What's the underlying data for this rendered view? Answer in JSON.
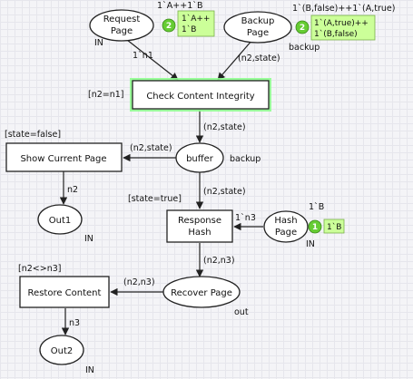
{
  "places": {
    "request_page": {
      "line1": "Request",
      "line2": "Page",
      "init_marking": "1`A++1`B",
      "type": "IN",
      "token_count": "2",
      "marking_lines": [
        "1`A++",
        "1`B"
      ]
    },
    "backup_page": {
      "line1": "Backup",
      "line2": "Page",
      "init_marking": "1`(B,false)++1`(A,true)",
      "type": "backup",
      "token_count": "2",
      "marking_lines": [
        "1`(A,true)++",
        "1`(B,false)"
      ]
    },
    "buffer": {
      "name": "buffer",
      "type": "backup"
    },
    "out1": {
      "name": "Out1",
      "type": "IN"
    },
    "hash_page": {
      "line1": "Hash",
      "line2": "Page",
      "init_marking": "1`B",
      "type": "IN",
      "token_count": "1",
      "marking_lines": [
        "1`B"
      ]
    },
    "recover_page": {
      "name": "Recover Page",
      "type": "out"
    },
    "out2": {
      "name": "Out2",
      "type": "IN"
    }
  },
  "transitions": {
    "check_integrity": {
      "name": "Check Content Integrity",
      "guard": "[n2=n1]"
    },
    "show_current": {
      "name": "Show Current Page",
      "guard": "[state=false]"
    },
    "response_hash": {
      "line1": "Response",
      "line2": "Hash",
      "guard": "[state=true]"
    },
    "restore_content": {
      "name": "Restore Content",
      "guard": "[n2<>n3]"
    }
  },
  "arcs": {
    "request_to_check": "1`n1",
    "backup_to_check": "(n2,state)",
    "check_to_buffer": "(n2,state)",
    "buffer_to_show": "(n2,state)",
    "buffer_to_response": "(n2,state)",
    "show_to_out1": "n2",
    "hash_to_response": "1`n3",
    "response_to_recover": "(n2,n3)",
    "recover_to_restore": "(n2,n3)",
    "restore_to_out2": "n3"
  },
  "colors": {
    "token": "#66cc33",
    "marking_bg": "#ccff99",
    "highlight": "#90ff90",
    "arc": "#222222"
  }
}
